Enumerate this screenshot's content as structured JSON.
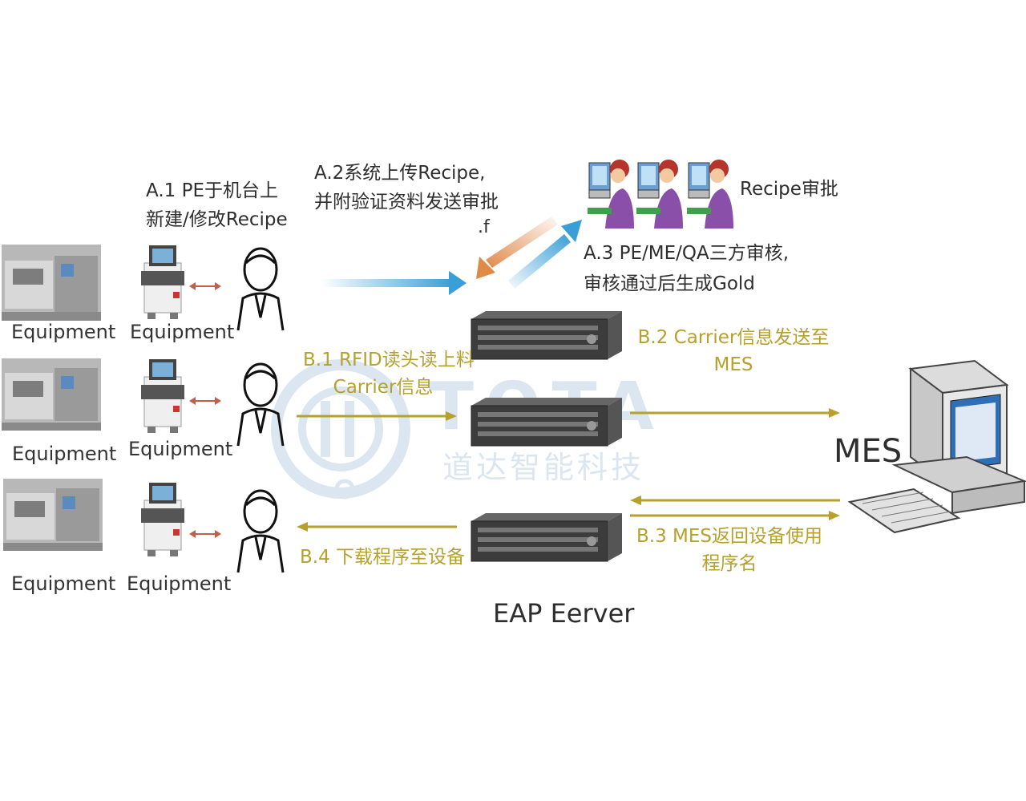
{
  "equipment_labels": [
    "Equipment",
    "Equipment",
    "Equipment",
    "Equipment",
    "Equipment",
    "Equipment"
  ],
  "step_a1": [
    "A.1 PE于机台上",
    "新建/修改Recipe"
  ],
  "step_a2": [
    "A.2系统上传Recipe,",
    "并附验证资料发送审批"
  ],
  "stray_mark": ".f",
  "recipe_approval": "Recipe审批",
  "step_a3": [
    "A.3 PE/ME/QA三方审核,",
    "审核通过后生成Gold"
  ],
  "step_b1": [
    "B.1 RFID读头读上料",
    "Carrier信息"
  ],
  "step_b2": [
    "B.2 Carrier信息发送至",
    "MES"
  ],
  "step_b3": [
    "B.3 MES返回设备使用",
    "程序名"
  ],
  "step_b4": "B.4 下载程序至设备",
  "mes_label": "MES",
  "eap_label": "EAP Eerver",
  "watermark": {
    "brand": "TOTA",
    "company": "道达智能科技"
  },
  "colors": {
    "gold": "#b5a12c",
    "blue_arrow": "#3a9fd6",
    "orange_arrow": "#e08a4a",
    "text": "#2e2e2e"
  }
}
